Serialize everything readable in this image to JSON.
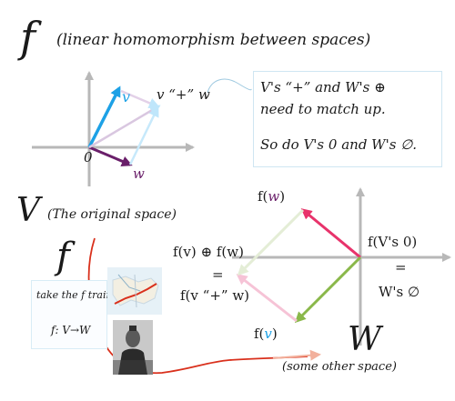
{
  "header": {
    "f_symbol": "f",
    "title": "(linear homomorphism between spaces)"
  },
  "left_plot": {
    "v_label": "v",
    "sum_label_v": "v",
    "sum_label_plus": "“+”",
    "sum_label_w": "w",
    "origin_label": "0",
    "w_label": "w"
  },
  "note": {
    "line1": "V's “+” and W's ⊕",
    "line2": "need to match up.",
    "line3": "So do V's 0 and W's ∅."
  },
  "source_space": {
    "symbol": "V",
    "caption": "(The original space)"
  },
  "train": {
    "f_symbol": "f",
    "text": "take the f train",
    "map": "f: V→W"
  },
  "right_plot": {
    "fw_f": "f(",
    "fw_w": "w",
    "fw_close": ")",
    "fv_f": "f(",
    "fv_v": "v",
    "fv_close": ")",
    "sum_line1": "f(v) ⊕ f(w)",
    "sum_eq": "=",
    "sum_line2": "f(v “+” w)",
    "fV0": "f(V's 0)",
    "eq2": "=",
    "Wnull": "W's ∅"
  },
  "target_space": {
    "symbol": "W",
    "caption": "(some other space)"
  },
  "colors": {
    "axis": "#b8b8b8",
    "v_arrow": "#1da1e6",
    "w_arrow": "#6a1f6a",
    "pink_arrow": "#e8336b",
    "green_arrow": "#8ab84a",
    "red_curve": "#d9301c"
  }
}
